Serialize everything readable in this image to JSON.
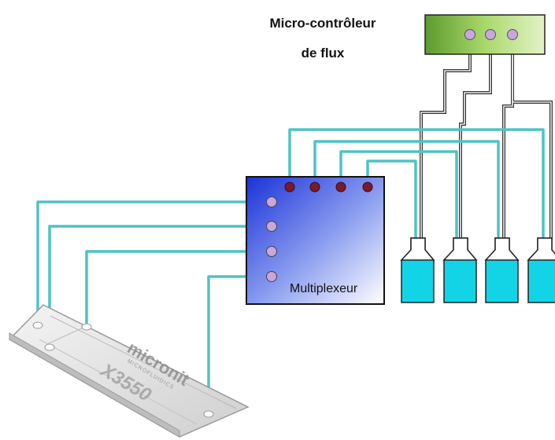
{
  "controller": {
    "title_line1": "Micro-contrôleur",
    "title_line2": "de flux",
    "box_color": "#7ab648",
    "port_color": "#c9a6dd"
  },
  "multiplexer": {
    "label": "Multiplexeur",
    "gradient_from": "#1a32d8",
    "gradient_to": "#ffffff",
    "top_port_color": "#7a1a2c",
    "side_port_color": "#c9a6dd"
  },
  "tubing": {
    "fluid_color": "#4ec3c3",
    "pneumatic_color": "#333333"
  },
  "reservoirs": {
    "count": 4,
    "liquid_color": "#12d4e6"
  },
  "chip": {
    "brand": "micronit",
    "brand_sub": "MICROFLUIDICS",
    "model": "X3550"
  }
}
